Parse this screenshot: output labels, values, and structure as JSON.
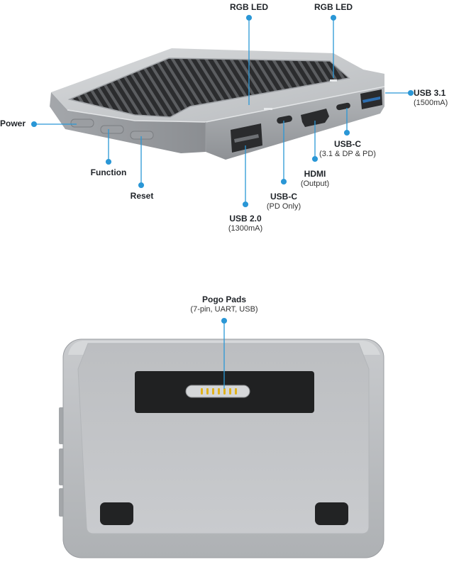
{
  "colors": {
    "accent": "#2a97d6",
    "body_light": "#c9cbce",
    "body_mid": "#a9acb0",
    "body_dark": "#7e8185",
    "black": "#222324"
  },
  "callouts": {
    "rgb_led_left": {
      "title": "RGB LED"
    },
    "rgb_led_right": {
      "title": "RGB LED"
    },
    "power": {
      "title": "Power"
    },
    "function": {
      "title": "Function"
    },
    "reset": {
      "title": "Reset"
    },
    "usb31": {
      "title": "USB 3.1",
      "sub": "(1500mA)"
    },
    "usbc_dp": {
      "title": "USB-C",
      "sub": "(3.1 & DP & PD)"
    },
    "hdmi": {
      "title": "HDMI",
      "sub": "(Output)"
    },
    "usbc_pd": {
      "title": "USB-C",
      "sub": "(PD Only)"
    },
    "usb20": {
      "title": "USB 2.0",
      "sub": "(1300mA)"
    },
    "pogo": {
      "title": "Pogo Pads",
      "sub": "(7-pin, UART, USB)"
    }
  }
}
